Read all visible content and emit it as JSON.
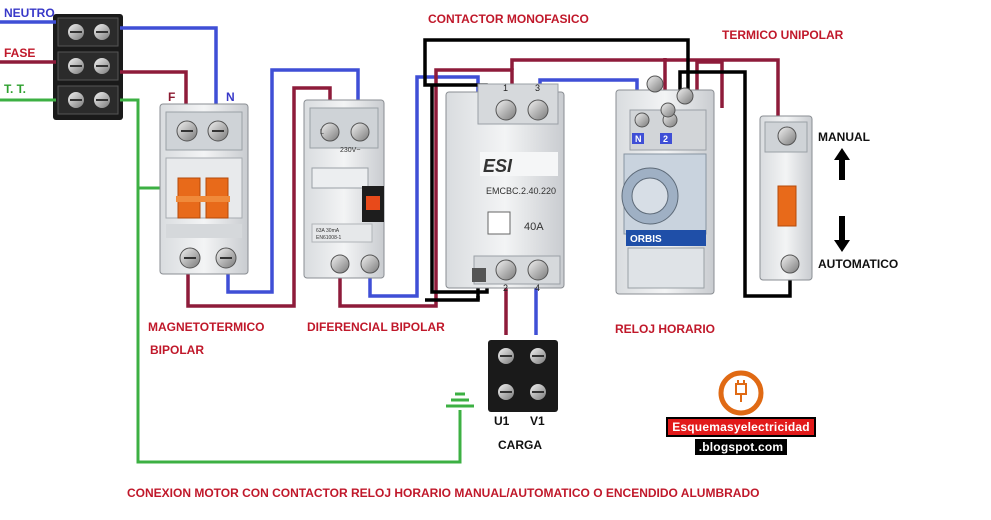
{
  "labels": {
    "neutro": "NEUTRO",
    "fase": "FASE",
    "tt": "T. T.",
    "f": "F",
    "n": "N",
    "contactor": "CONTACTOR MONOFASICO",
    "termico": "TERMICO UNIPOLAR",
    "manual": "MANUAL",
    "automatico": "AUTOMATICO",
    "magneto_1": "MAGNETOTERMICO",
    "magneto_2": "BIPOLAR",
    "diferencial": "DIFERENCIAL BIPOLAR",
    "reloj": "RELOJ HORARIO",
    "u1": "U1",
    "v1": "V1",
    "carga": "CARGA",
    "title": "CONEXION MOTOR  CON CONTACTOR RELOJ HORARIO MANUAL/AUTOMATICO O ENCENDIDO ALUMBRADO"
  },
  "devices": {
    "contactor_brand": "ESI",
    "contactor_model": "EMCBC.2.40.220",
    "contactor_rating": "40A",
    "contactor_t1": "1",
    "contactor_t3": "3",
    "contactor_t2": "2",
    "contactor_t4": "4",
    "diff_voltage": "230V~",
    "diff_spec1": "63A  30mA",
    "diff_spec2": "EN61008-1",
    "clock_brand": "ORBIS",
    "clock_n": "N",
    "clock_2": "2",
    "diff_l": "L"
  },
  "watermark": {
    "line1": "Esquemasyelectricidad",
    "line2": ".blogspot.com"
  },
  "colors": {
    "neutral_wire": "#3f4fd6",
    "phase_wire": "#8e1b3a",
    "earth_wire": "#3cb043",
    "control_wire": "#000000",
    "label_red": "#c0182a",
    "label_blue": "#3838c8"
  }
}
